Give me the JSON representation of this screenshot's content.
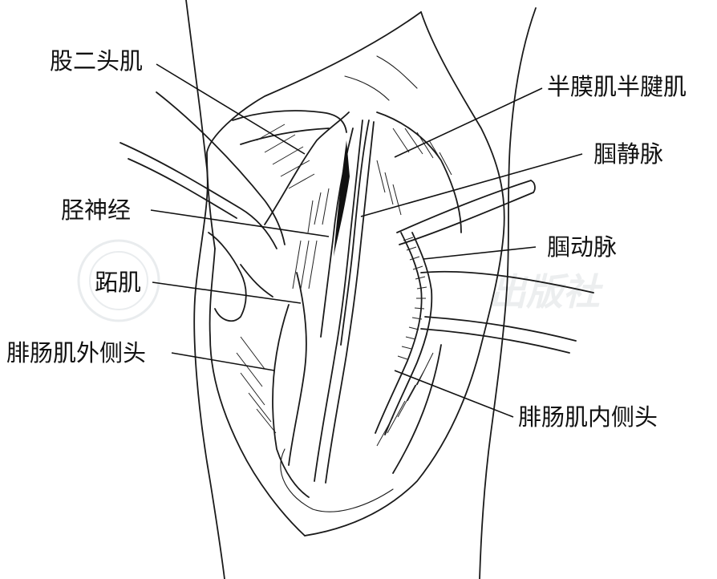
{
  "labels": {
    "biceps_femoris": "股二头肌",
    "semimembranosus_semitendinosus": "半膜肌半腱肌",
    "popliteal_vein": "腘静脉",
    "tibial_nerve": "胫神经",
    "popliteal_artery": "腘动脉",
    "plantaris": "跖肌",
    "gastrocnemius_lateral": "腓肠肌外侧头",
    "gastrocnemius_medial": "腓肠肌内侧头"
  },
  "watermark": {
    "text": "出版社",
    "color": "#c9cfd4"
  },
  "colors": {
    "ink": "#1a1a1a",
    "background": "#ffffff"
  }
}
